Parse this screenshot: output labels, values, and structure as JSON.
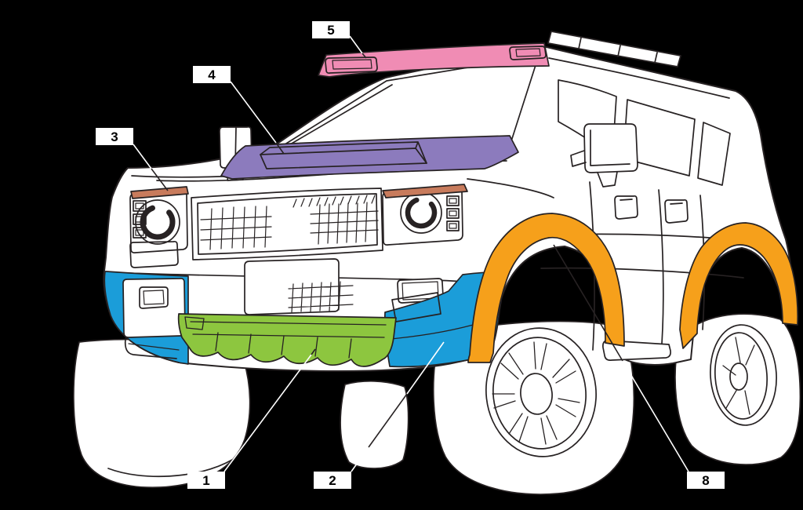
{
  "figure": {
    "description": "Accessory parts location diagram of an SUV, front three-quarter line drawing on black background",
    "background_color": "#000000",
    "outline_color": "#272223",
    "body_color": "#ffffff"
  },
  "palette": {
    "green": "#8dc63f",
    "blue": "#1b9dd9",
    "terracotta": "#c87b5c",
    "purple": "#8c7bbd",
    "pink": "#f08cb4",
    "orange": "#f6a01b"
  },
  "callouts": [
    {
      "number": "1",
      "part_color": "#8dc63f"
    },
    {
      "number": "2",
      "part_color": "#1b9dd9"
    },
    {
      "number": "3",
      "part_color": "#c87b5c"
    },
    {
      "number": "4",
      "part_color": "#8c7bbd"
    },
    {
      "number": "5",
      "part_color": "#f08cb4"
    },
    {
      "number": "8",
      "part_color": "#f6a01b"
    }
  ]
}
